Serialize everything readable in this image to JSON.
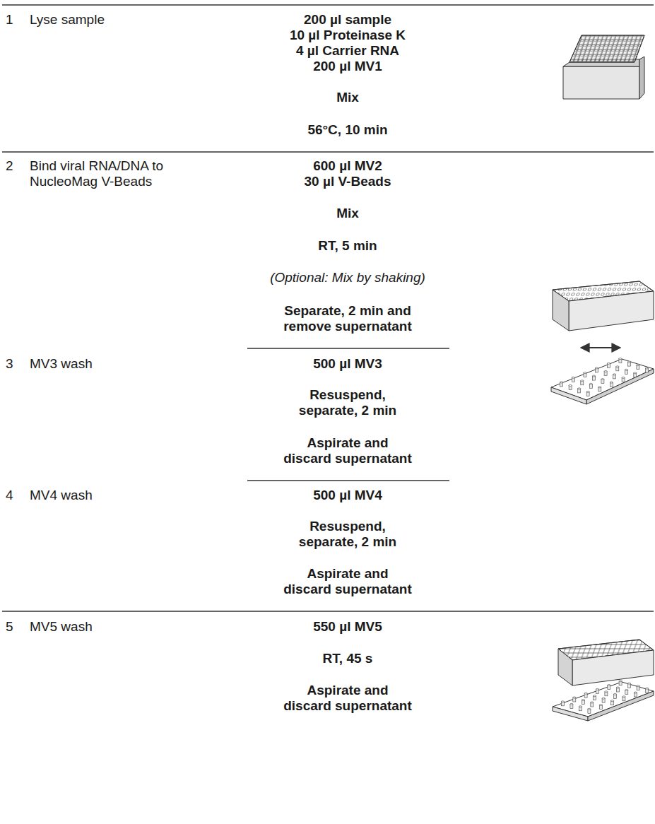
{
  "diagram": {
    "labels": [
      "1",
      "Lyse sample",
      "200 µl sample",
      "10 µl Proteinase K",
      "4 µl Carrier RNA",
      "200 µl MV1",
      "Mix",
      "56°C, 10 min",
      "2",
      "Bind viral RNA/DNA to NucleoMag V-Beads",
      "600 µl MV2",
      "30 µl V-Beads",
      "Mix",
      "RT, 5 min",
      "(Optional: Mix by shaking)",
      "Separate, 2 min and remove supernatant",
      "3",
      "MV3 wash",
      "500 µl MV3",
      "Resuspend, separate, 2 min",
      "Aspirate and discard supernatant",
      "4",
      "MV4 wash",
      "500 µl MV4",
      "Resuspend, separate, 2 min",
      "Aspirate and discard supernatant",
      "5",
      "MV5 wash",
      "550 µl MV5",
      "RT, 45 s",
      "Aspirate and discard supernatant"
    ]
  }
}
